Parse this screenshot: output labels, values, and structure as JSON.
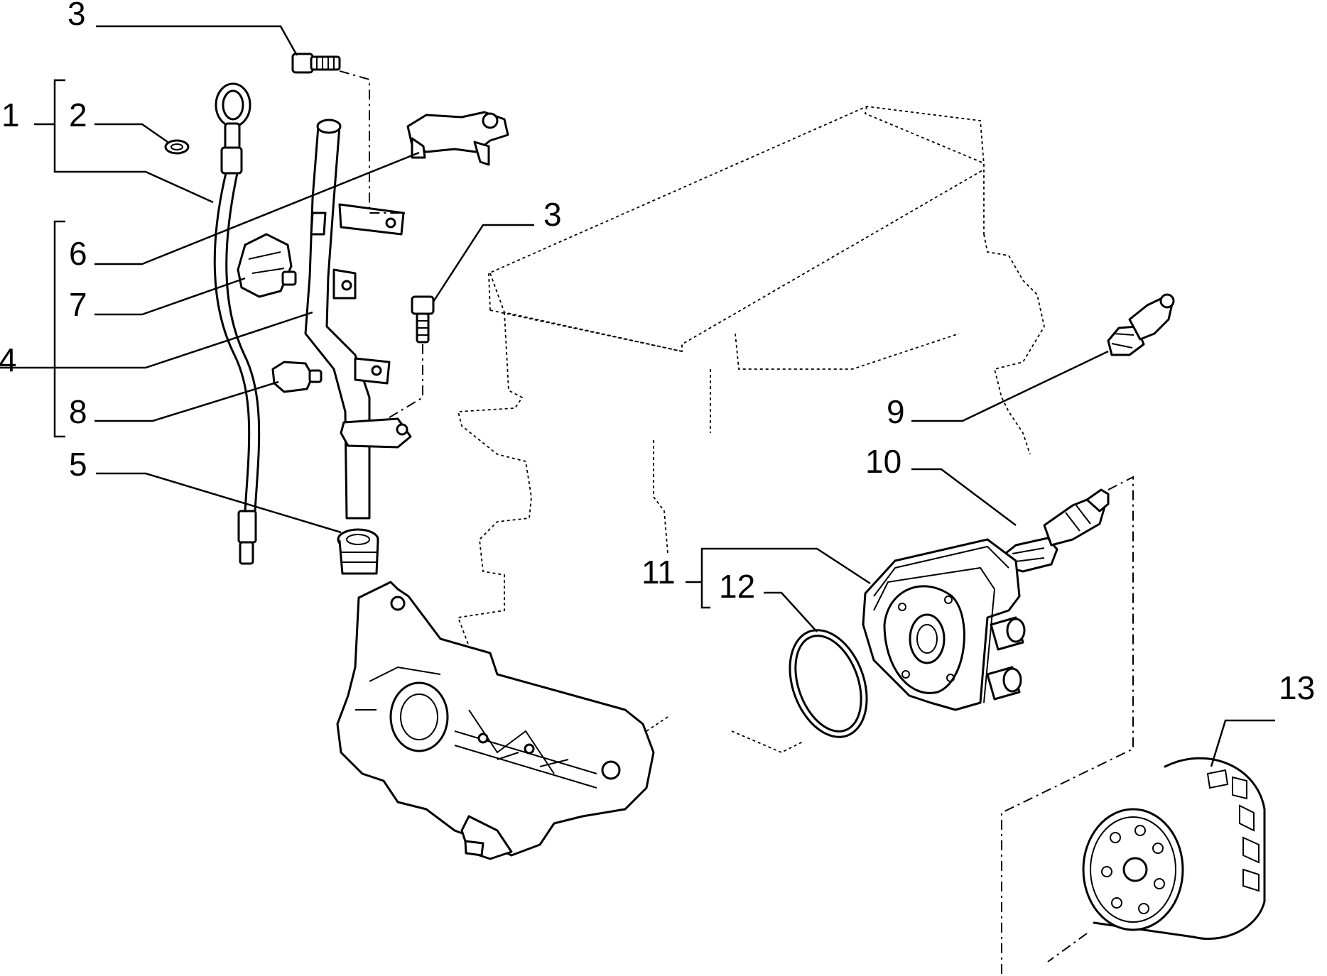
{
  "callouts": {
    "c1": "1",
    "c2": "2",
    "c3_top": "3",
    "c3_mid": "3",
    "c4": "4",
    "c5": "5",
    "c6": "6",
    "c7": "7",
    "c8": "8",
    "c9": "9",
    "c10": "10",
    "c11": "11",
    "c12": "12",
    "c13": "13"
  }
}
